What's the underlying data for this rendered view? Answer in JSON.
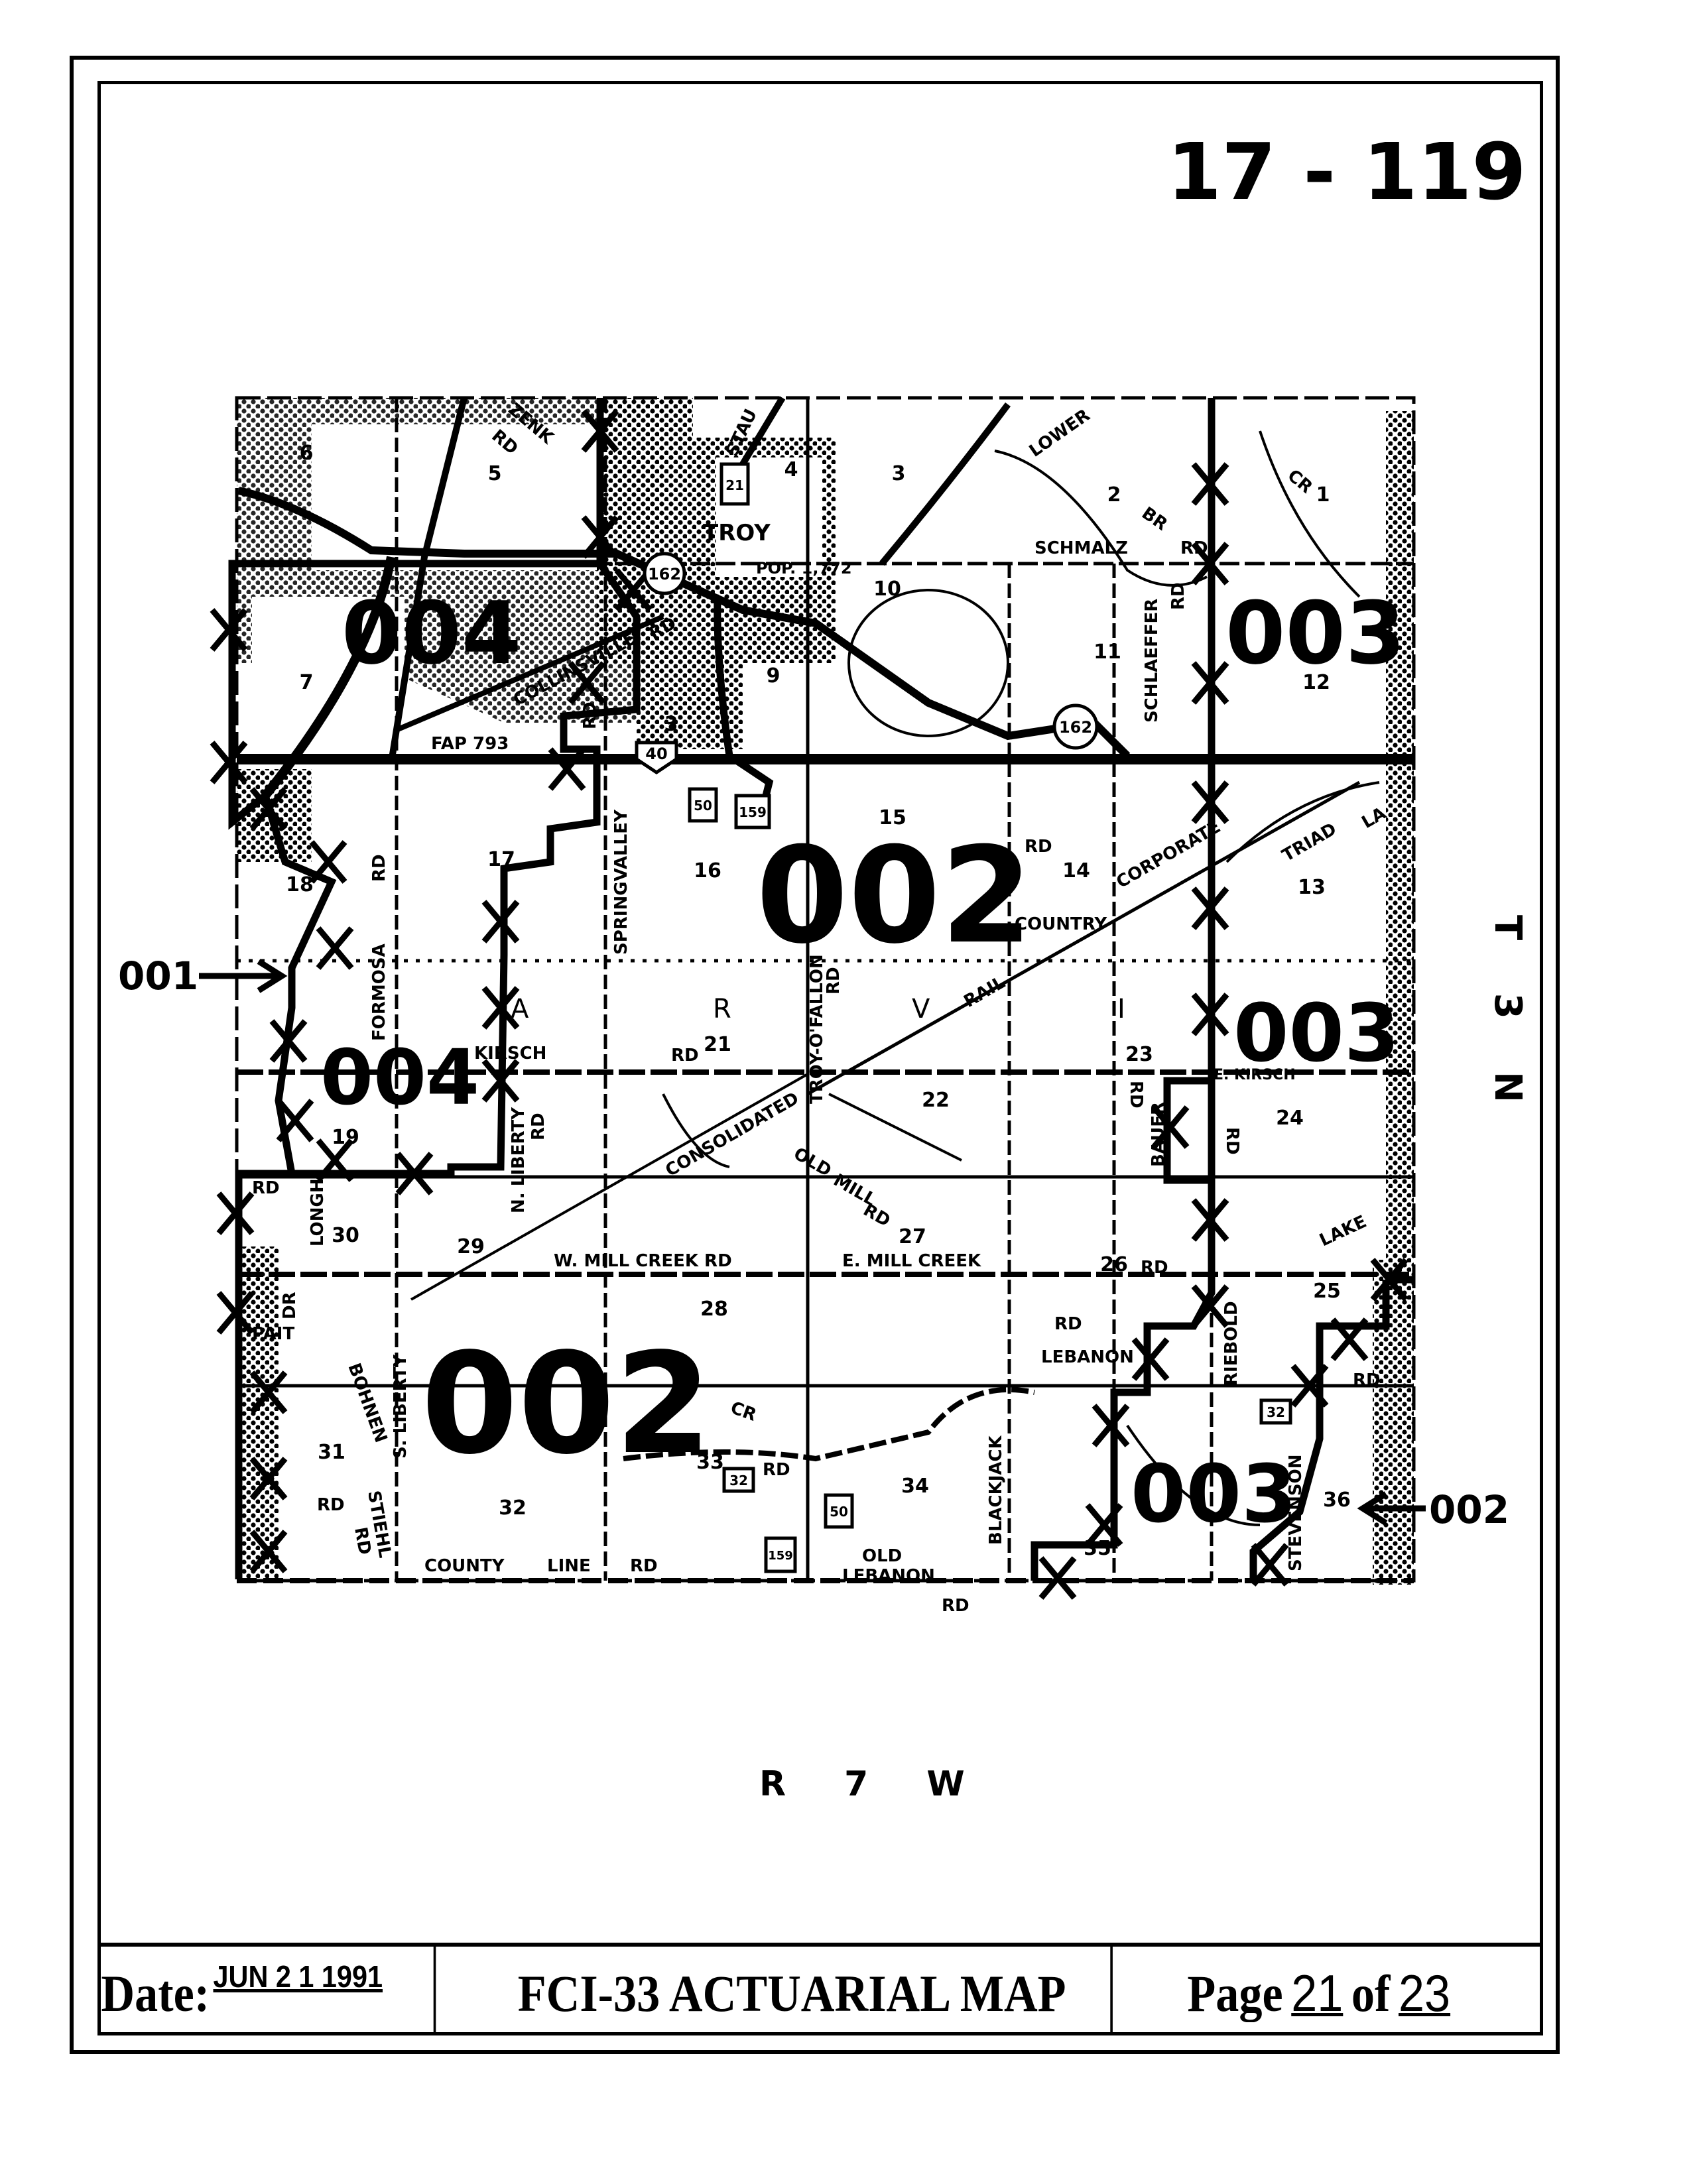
{
  "doc_number": "17 - 119",
  "township": "T 3 N",
  "range": "R 7 W",
  "arrows": {
    "left": "001",
    "right": "002"
  },
  "districts": [
    "004",
    "003",
    "002",
    "003",
    "004",
    "002",
    "003"
  ],
  "sections": [
    "6",
    "5",
    "4",
    "3",
    "2",
    "1",
    "7",
    "9",
    "10",
    "11",
    "12",
    "3",
    "18",
    "17",
    "16",
    "15",
    "14",
    "13",
    "19",
    "21",
    "22",
    "23",
    "24",
    "30",
    "29",
    "28",
    "27",
    "26",
    "25",
    "31",
    "32",
    "33",
    "34",
    "35",
    "36"
  ],
  "roads": [
    "ZENK",
    "RD",
    "STAU",
    "TROY",
    "POP. 1,772",
    "LOWER",
    "BR",
    "SCHMALZ",
    "RD",
    "SCHLAEFFER",
    "RD",
    "CR",
    "COLLINSVILLE",
    "RD",
    "FAP 793",
    "SPRINGVALLEY",
    "RD",
    "COUNTRY",
    "CORPORATE",
    "TRIAD",
    "LA",
    "FORMOSA",
    "RD",
    "N. LIBERTY",
    "RD",
    "TROY-O'FALLON",
    "RD",
    "RAIL",
    "A",
    "R",
    "V",
    "I",
    "RD",
    "E. KIRSCH",
    "KIRSCH",
    "RD",
    "BAUER",
    "RD",
    "CONSOLIDATED",
    "OLD",
    "MILL",
    "RD",
    "W. MILL CREEK RD",
    "E. MILL CREEK",
    "RD",
    "LONGHI",
    "RD",
    "PAIT",
    "DR",
    "S. LIBERTY",
    "BOHNEN",
    "STIEHL",
    "RD",
    "RD",
    "COUNTY",
    "LINE",
    "RD",
    "OLD",
    "LEBANON",
    "RD",
    "BLACKJACK",
    "LEBANON",
    "RIEBOLD",
    "LAKE",
    "RD",
    "CR",
    "RD",
    "STEVENSON",
    "RD",
    "RD"
  ],
  "shields": [
    "162",
    "162",
    "40",
    "50",
    "159",
    "32",
    "32",
    "50",
    "159",
    "21"
  ],
  "footer": {
    "date_label": "Date:",
    "date_value": "JUN 2 1 1991",
    "title": "FCI-33 ACTUARIAL MAP",
    "page_label": "Page",
    "page_current": "21",
    "of_label": "of",
    "page_total": "23"
  }
}
